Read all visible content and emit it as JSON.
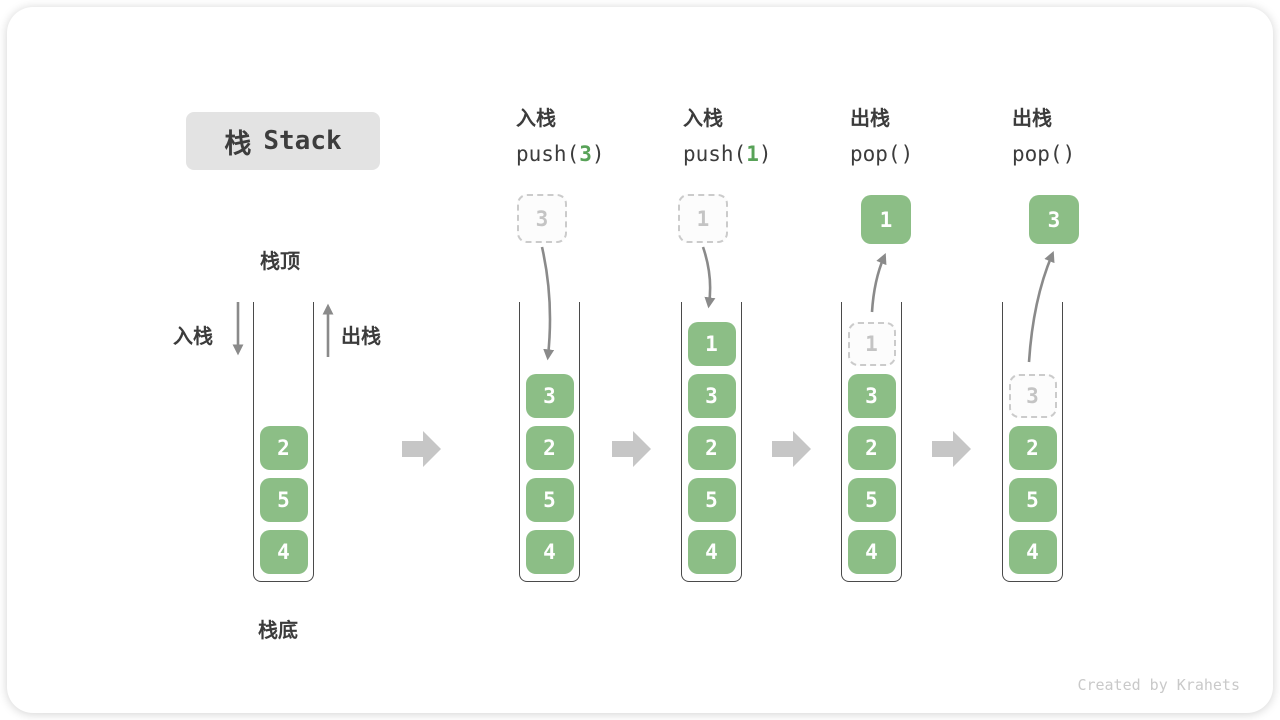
{
  "title": {
    "zh": "栈",
    "en": "Stack"
  },
  "labels": {
    "stack_top": "栈顶",
    "stack_bottom": "栈底",
    "push_side": "入栈",
    "pop_side": "出栈"
  },
  "operations": [
    {
      "action": "入栈",
      "prefix": "push(",
      "arg": "3",
      "suffix": ")"
    },
    {
      "action": "入栈",
      "prefix": "push(",
      "arg": "1",
      "suffix": ")"
    },
    {
      "action": "出栈",
      "prefix": "pop(",
      "arg": "",
      "suffix": ")"
    },
    {
      "action": "出栈",
      "prefix": "pop(",
      "arg": "",
      "suffix": ")"
    }
  ],
  "stacks": [
    {
      "name": "initial",
      "items": [
        "2",
        "5",
        "4"
      ]
    },
    {
      "name": "after-push-3",
      "items": [
        "3",
        "2",
        "5",
        "4"
      ],
      "incoming": "3"
    },
    {
      "name": "after-push-1",
      "items": [
        "1",
        "3",
        "2",
        "5",
        "4"
      ],
      "incoming": "1"
    },
    {
      "name": "after-pop-1",
      "items": [
        "3",
        "2",
        "5",
        "4"
      ],
      "ghost": "1",
      "popped": "1"
    },
    {
      "name": "after-pop-3",
      "items": [
        "2",
        "5",
        "4"
      ],
      "ghost": "3",
      "popped": "3"
    }
  ],
  "watermark": "Created by Krahets",
  "colors": {
    "element_green": "#8cbe86",
    "code_arg_green": "#58a258",
    "thin_arrow_gray": "#8a8a8a",
    "flow_arrow_gray": "#c6c6c6",
    "badge_gray": "#e3e3e3",
    "ghost_border": "#cbcbcb",
    "text_dark": "#3c3c3c",
    "watermark_gray": "#c9c9c9"
  }
}
